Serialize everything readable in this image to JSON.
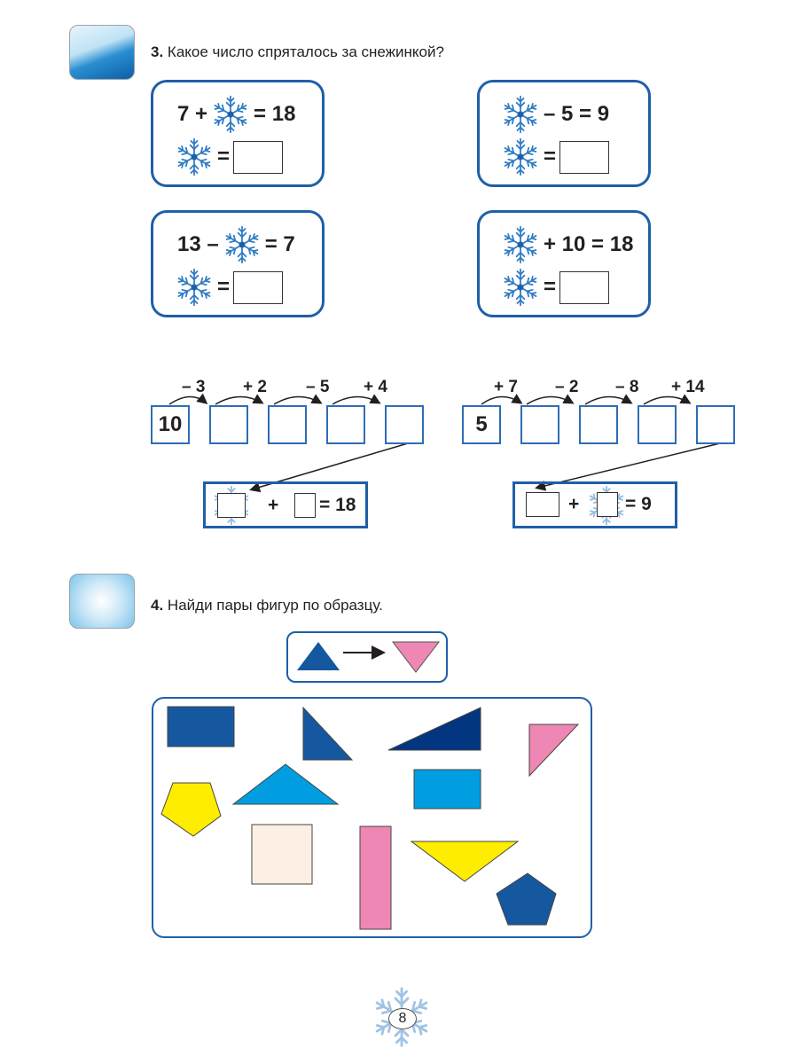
{
  "task3": {
    "number": "3.",
    "title": "Какое число спряталось за снежинкой?",
    "cards": [
      {
        "left": "7 +",
        "right": "= 18",
        "answer_eq": "="
      },
      {
        "left": "",
        "right": "– 5 = 9",
        "answer_eq": "="
      },
      {
        "left": "13 –",
        "right": "= 7",
        "answer_eq": "="
      },
      {
        "left": "",
        "right": "+ 10 = 18",
        "answer_eq": "="
      }
    ],
    "chains": [
      {
        "start": "10",
        "ops": [
          "– 3",
          "+ 2",
          "– 5",
          "+ 4"
        ],
        "equation": {
          "plus": "+",
          "result": "= 18"
        }
      },
      {
        "start": "5",
        "ops": [
          "+ 7",
          "– 2",
          "– 8",
          "+ 14"
        ],
        "equation": {
          "plus": "+",
          "result": "= 9"
        }
      }
    ]
  },
  "task4": {
    "number": "4.",
    "title": "Найди пары фигур по образцу.",
    "colors": {
      "dark_blue": "#1558a0",
      "navy": "#033680",
      "light_blue": "#009ee0",
      "pink": "#ee87b3",
      "yellow": "#ffed00",
      "cream": "#fdefe3"
    }
  },
  "page_number": "8",
  "colors": {
    "border": "#1f5fa8",
    "snowflake": "#2e7cc4"
  }
}
